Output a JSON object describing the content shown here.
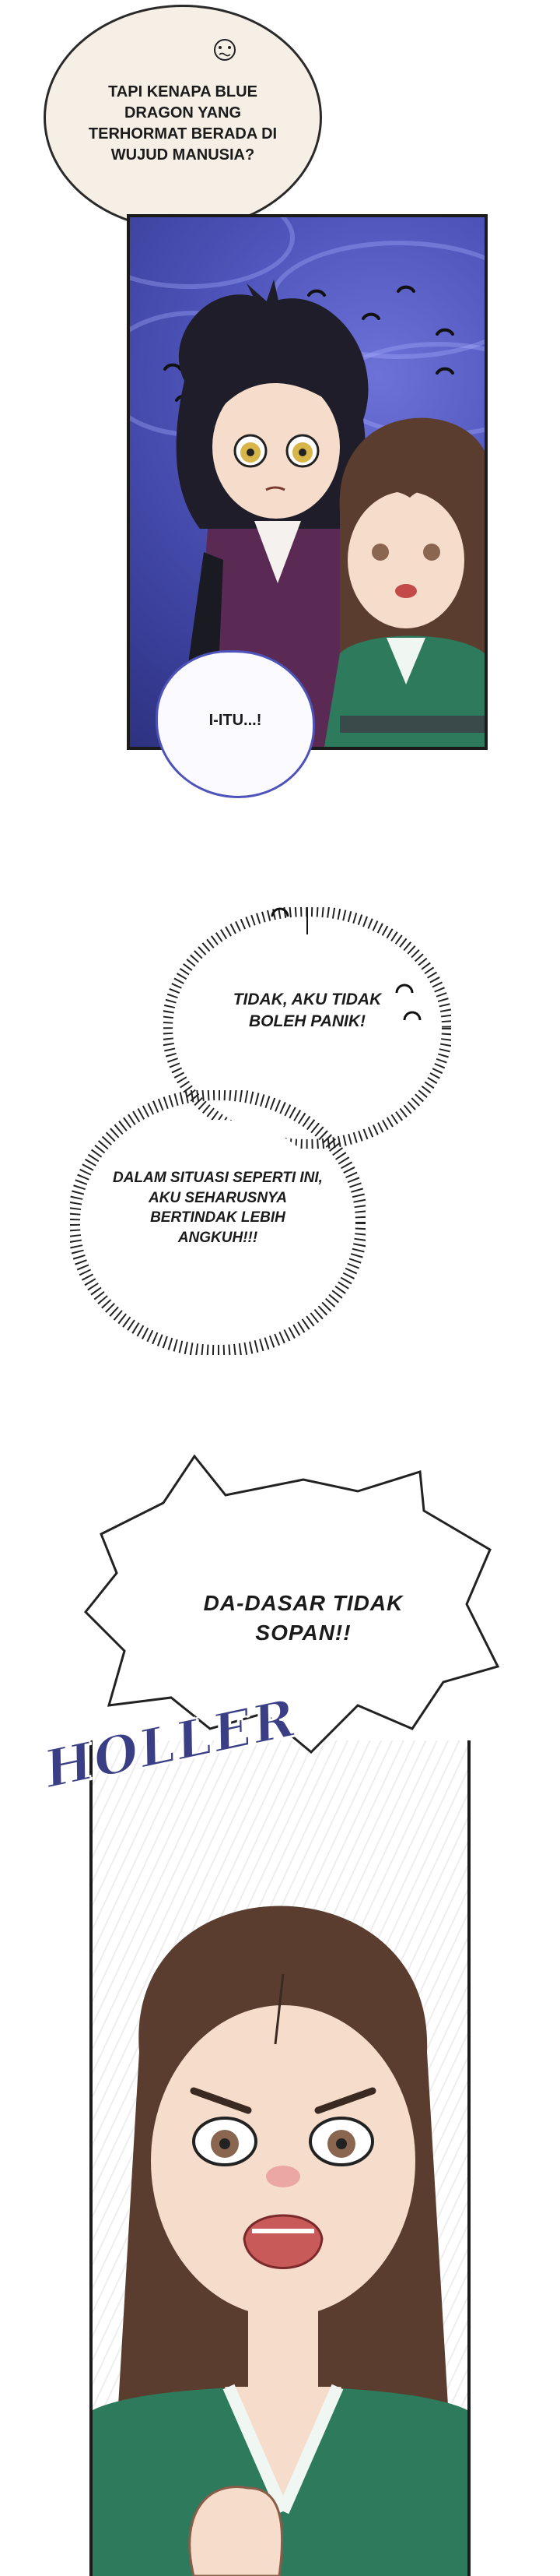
{
  "speech": {
    "blue_dragon_question": "TAPI KENAPA BLUE DRAGON YANG TERHORMAT BERADA DI WUJUD MANUSIA?",
    "iitu": "I-ITU...!",
    "thought_panic": "TIDAK, AKU TIDAK BOLEH PANIK!",
    "thought_angkuh": "DALAM SITUASI SEPERTI INI, AKU SEHARUSNYA BERTINDAK LEBIH ANGKUH!!!",
    "shout": "DA-DASAR TIDAK SOPAN!!"
  },
  "sfx": {
    "holler": "HOLLER"
  },
  "colors": {
    "panel_blue": "#4d53b8",
    "hair_dark": "#1f1d2a",
    "hair_brown": "#5a3d2e",
    "robe_purple": "#5a2a55",
    "robe_green": "#2e7a5c",
    "skin": "#f6dccb",
    "eyes_gold": "#d8b64a",
    "holler_ink": "#3a3f85"
  }
}
